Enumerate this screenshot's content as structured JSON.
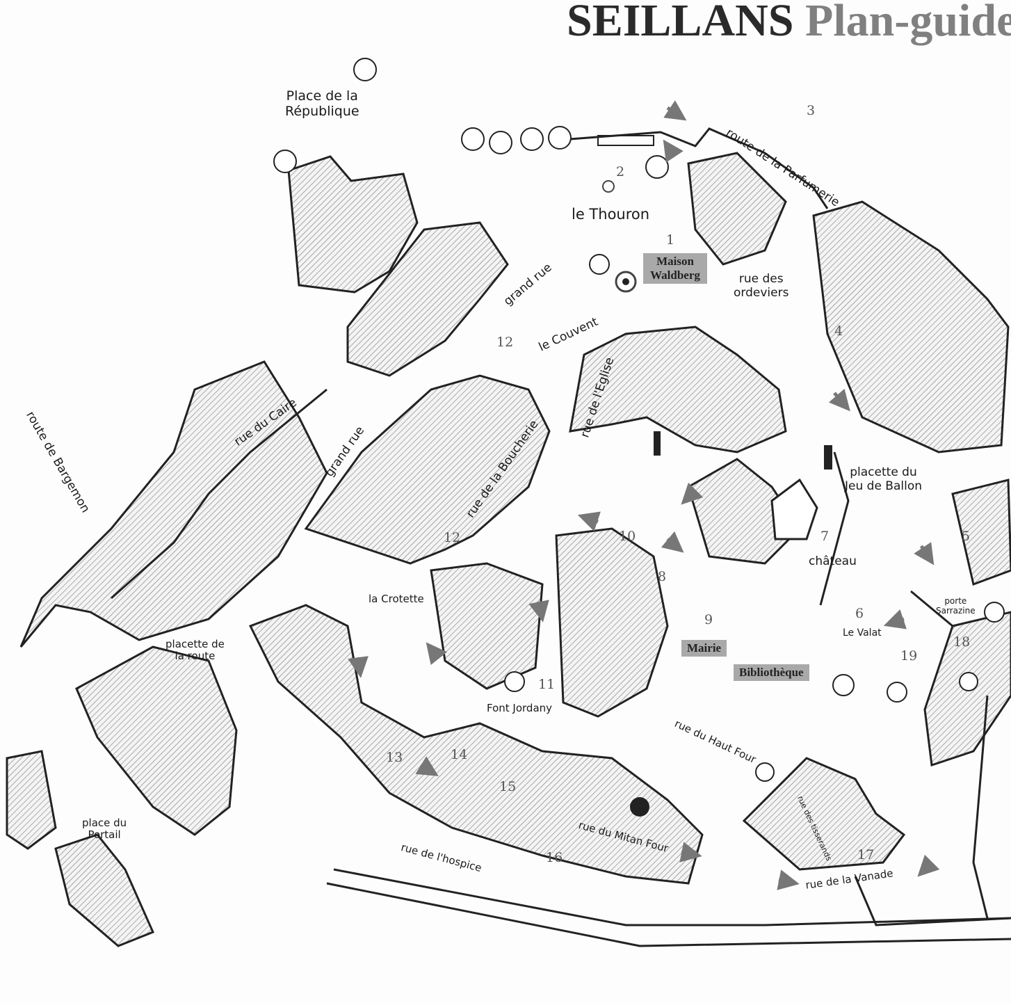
{
  "title": {
    "name": "SEILLANS",
    "subtitle": "Plan-guide"
  },
  "labels": {
    "place_republique_1": "Place de la",
    "place_republique_2": "République",
    "route_parfumerie": "route de la Parfumerie",
    "le_thouron": "le Thouron",
    "maison_waldberg_1": "Maison",
    "maison_waldberg_2": "Waldberg",
    "rue_ordeviers_1": "rue des",
    "rue_ordeviers_2": "ordeviers",
    "grand_rue_top": "grand rue",
    "le_couvent": "le Couvent",
    "rue_eglise": "rue de l'Eglise",
    "rue_caire": "rue du Caire",
    "route_bargemon": "route de Bargemon",
    "grand_rue_left": "grand rue",
    "rue_boucherie": "rue de la Boucherie",
    "placette_jeu_1": "placette du",
    "placette_jeu_2": "Jeu de Ballon",
    "chateau": "château",
    "la_crotette": "la Crotette",
    "placette_route_1": "placette de",
    "placette_route_2": "la route",
    "porte_sarrazine_1": "porte",
    "porte_sarrazine_2": "Sarrazine",
    "le_valat": "Le Valat",
    "mairie": "Mairie",
    "bibliotheque": "Bibliothèque",
    "font_jordany": "Font Jordany",
    "rue_haut_four": "rue du Haut Four",
    "rue_mitan_four": "rue du Mitan Four",
    "rue_hospice": "rue de l'hospice",
    "place_portail_1": "place du",
    "place_portail_2": "Portail",
    "rue_vanade": "rue de la Vanade",
    "rue_tisserands": "rue des tisserands"
  },
  "numbers": [
    "1",
    "2",
    "3",
    "4",
    "5",
    "6",
    "7",
    "8",
    "9",
    "10",
    "11",
    "12",
    "12",
    "13",
    "14",
    "15",
    "16",
    "17",
    "18",
    "19"
  ],
  "colors": {
    "ink": "#222222",
    "label_box": "#a9a9a9",
    "arrow": "#777777"
  }
}
